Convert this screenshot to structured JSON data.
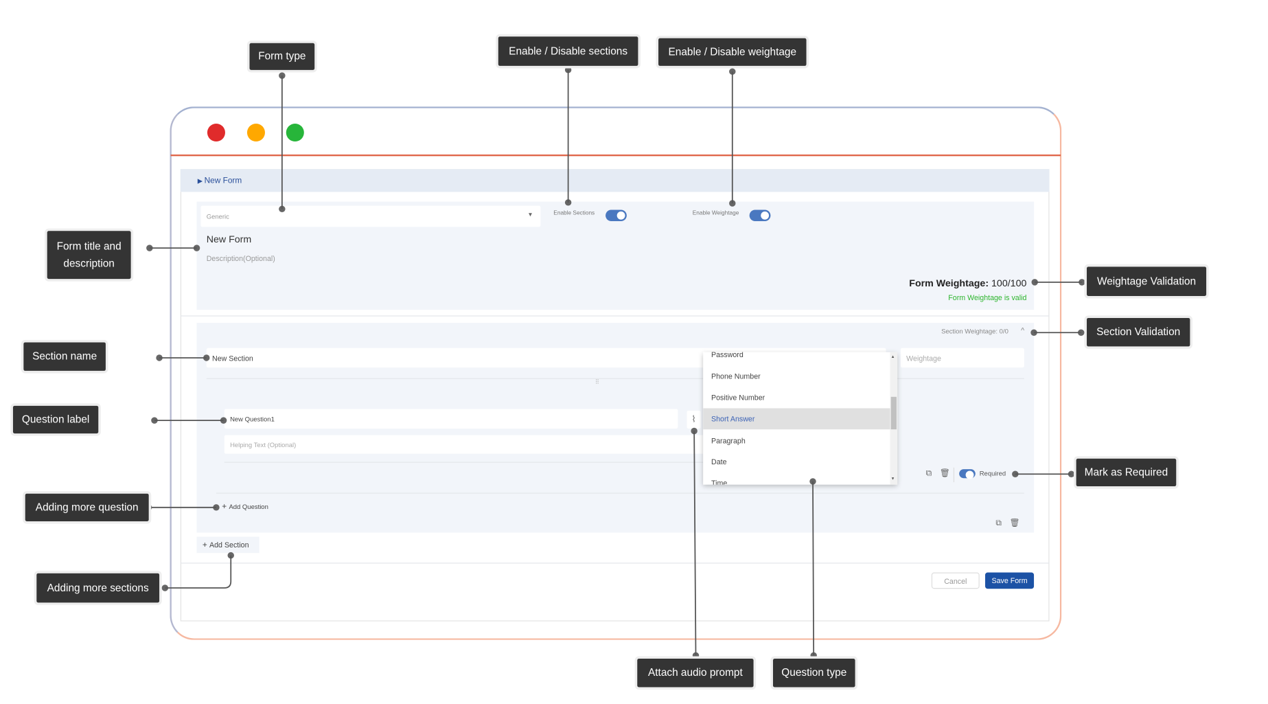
{
  "window": {
    "controls": [
      {
        "name": "close",
        "color": "#e02b2b"
      },
      {
        "name": "minimize",
        "color": "#ffa800"
      },
      {
        "name": "maximize",
        "color": "#27b53a"
      }
    ]
  },
  "header": {
    "title": "New Form"
  },
  "form": {
    "type_value": "Generic",
    "enable_sections_label": "Enable Sections",
    "enable_sections": true,
    "enable_weightage_label": "Enable Weightage",
    "enable_weightage": true,
    "title": "New Form",
    "description_placeholder": "Description(Optional)",
    "weightage_label": "Form Weightage:",
    "weightage_value": "100/100",
    "weightage_status": "Form Weightage is valid"
  },
  "section": {
    "weightage_text": "Section Weightage: 0/0",
    "name": "New Section",
    "weightage_placeholder": "Weightage",
    "question": {
      "label": "New Question1",
      "helper_placeholder": "Helping Text (Optional)",
      "required_label": "Required",
      "required": true
    },
    "add_question": "Add Question"
  },
  "question_type_dropdown": {
    "options": [
      "Password",
      "Phone Number",
      "Positive Number",
      "Short Answer",
      "Paragraph",
      "Date",
      "Time"
    ],
    "selected": "Short Answer"
  },
  "add_section": "Add Section",
  "footer": {
    "cancel": "Cancel",
    "save": "Save Form"
  },
  "colors": {
    "accent": "#1c52a5",
    "valid": "#2db52d",
    "callout_bg": "#343434"
  },
  "callouts": {
    "form_type": "Form type",
    "sections": "Enable / Disable sections",
    "weightage": "Enable / Disable weightage",
    "title_desc": "Form title and description",
    "section_name": "Section name",
    "question_label": "Question label",
    "more_question": "Adding more question",
    "more_sections": "Adding more sections",
    "weightage_validation": "Weightage Validation",
    "section_validation": "Section Validation",
    "required": "Mark as Required",
    "audio": "Attach audio prompt",
    "question_type": "Question type"
  }
}
